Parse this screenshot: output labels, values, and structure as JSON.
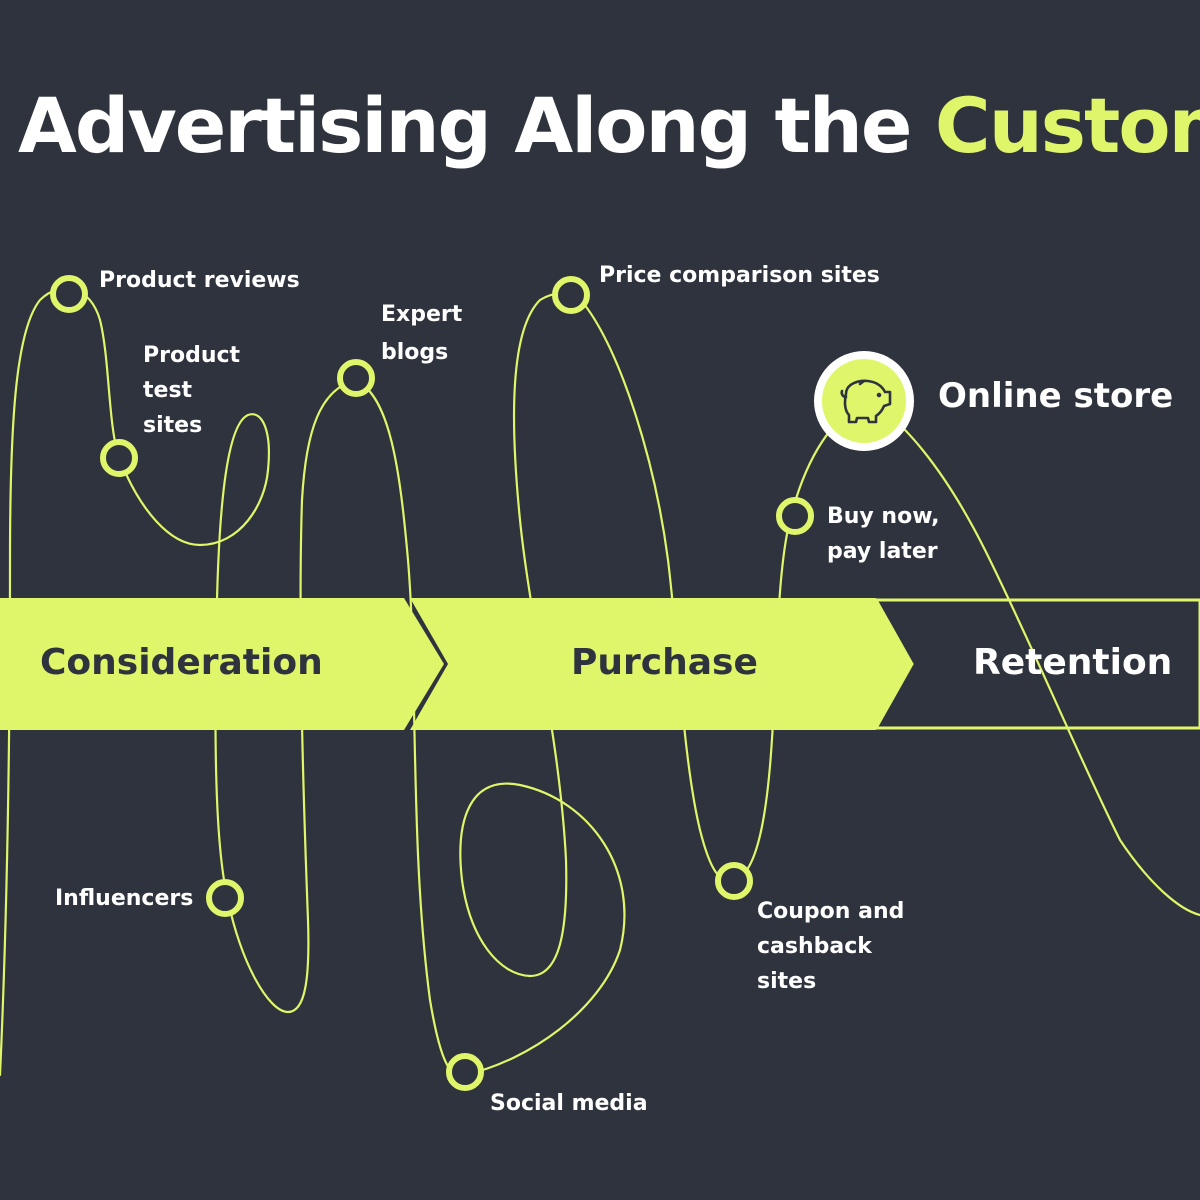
{
  "title": {
    "main": "Advertising Along the",
    "accent": "Customer"
  },
  "stages": [
    {
      "label": "Consideration"
    },
    {
      "label": "Purchase"
    },
    {
      "label": "Retention"
    }
  ],
  "touchpoints": {
    "product_reviews": "Product reviews",
    "product_test_sites": [
      "Product",
      "test",
      "sites"
    ],
    "expert_blogs": [
      "Expert",
      "blogs"
    ],
    "price_comparison": "Price comparison sites",
    "online_store": "Online store",
    "buy_now_pay_later": [
      "Buy now,",
      "pay later"
    ],
    "influencers": "Influencers",
    "social_media": "Social media",
    "coupon_cashback": [
      "Coupon and",
      "cashback",
      "sites"
    ]
  },
  "icons": {
    "online_store": "piggy-bank-icon"
  },
  "colors": {
    "background": "#2e333d",
    "accent": "#dff56a",
    "text": "#ffffff"
  }
}
